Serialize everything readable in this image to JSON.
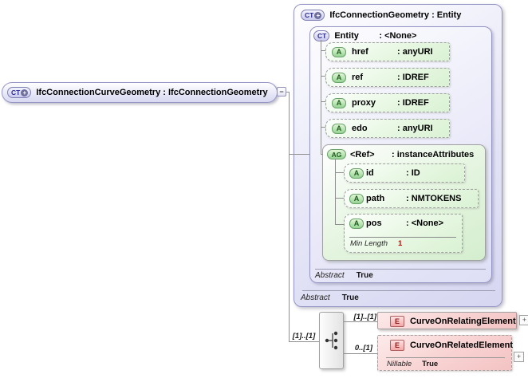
{
  "diagram": {
    "root": {
      "badge": "CT",
      "plus": "+",
      "label": "IfcConnectionCurveGeometry : IfcConnectionGeometry",
      "collapse_glyph": "−"
    },
    "base_type": {
      "badge": "CT",
      "plus": "+",
      "label": "IfcConnectionGeometry : Entity",
      "abstract_label": "Abstract",
      "abstract_value": "True",
      "entity": {
        "badge": "CT",
        "name": "Entity",
        "type": ": <None>",
        "abstract_label": "Abstract",
        "abstract_value": "True",
        "attributes": [
          {
            "badge": "A",
            "name": "href",
            "type": ": anyURI"
          },
          {
            "badge": "A",
            "name": "ref",
            "type": ": IDREF"
          },
          {
            "badge": "A",
            "name": "proxy",
            "type": ": IDREF"
          },
          {
            "badge": "A",
            "name": "edo",
            "type": ": anyURI"
          }
        ],
        "attr_group": {
          "badge": "AG",
          "name": "<Ref>",
          "type": ": instanceAttributes",
          "attributes": [
            {
              "badge": "A",
              "name": "id",
              "type": ": ID"
            },
            {
              "badge": "A",
              "name": "path",
              "type": ": NMTOKENS"
            },
            {
              "badge": "A",
              "name": "pos",
              "type": ": <None>",
              "facet_label": "Min Length",
              "facet_value": "1"
            }
          ]
        }
      }
    },
    "sequence": {
      "cardinality": "[1]..[1]",
      "children": [
        {
          "badge": "E",
          "name": "CurveOnRelatingElement",
          "cardinality": "[1]..[1]",
          "expand_glyph": "+"
        },
        {
          "badge": "E",
          "name": "CurveOnRelatedElement",
          "cardinality": "0..[1]",
          "expand_glyph": "+",
          "nillable_label": "Nillable",
          "nillable_value": "True"
        }
      ]
    },
    "colors": {
      "lavender_border": "#9595c5",
      "green_border": "#69a269",
      "pink_border": "#b06060",
      "line": "#8f8f8f",
      "facet_red": "#cc0000"
    }
  }
}
